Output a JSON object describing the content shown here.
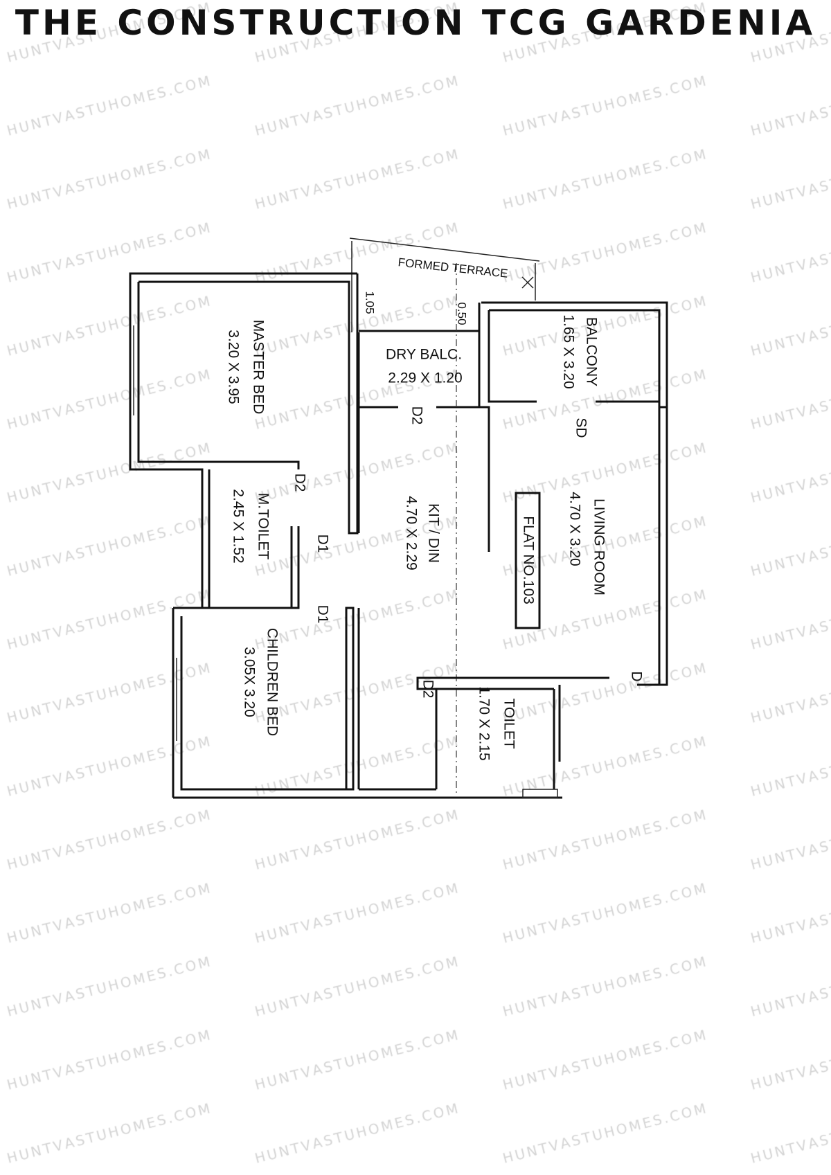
{
  "title": "THE CONSTRUCTION TCG GARDENIA",
  "watermark": "HUNTVASTUHOMES.COM",
  "rooms": {
    "master_bed": {
      "name": "MASTER BED",
      "size": "3.20 X 3.95"
    },
    "m_toilet": {
      "name": "M.TOILET",
      "size": "2.45 X 1.52"
    },
    "children_bed": {
      "name": "CHILDREN BED",
      "size": "3.05X 3.20"
    },
    "kit_din": {
      "name": "KIT / DIN",
      "size": "4.70 X 2.29"
    },
    "dry_balc": {
      "name": "DRY BALC.",
      "size": "2.29 X 1.20"
    },
    "balcony": {
      "name": "BALCONY",
      "size": "1.65 X 3.20"
    },
    "living_room": {
      "name": "LIVING ROOM",
      "size": "4.70 X 3.20"
    },
    "toilet": {
      "name": "TOILET",
      "size": "1.70 X 2.15"
    },
    "formed_terrace": {
      "name": "FORMED TERRACE",
      "dim_a": "1.05",
      "dim_b": "0.50"
    }
  },
  "flat_no": "FLAT NO.103",
  "doors": {
    "d1": "D1",
    "d2": "D2",
    "d": "D",
    "sd": "SD"
  }
}
